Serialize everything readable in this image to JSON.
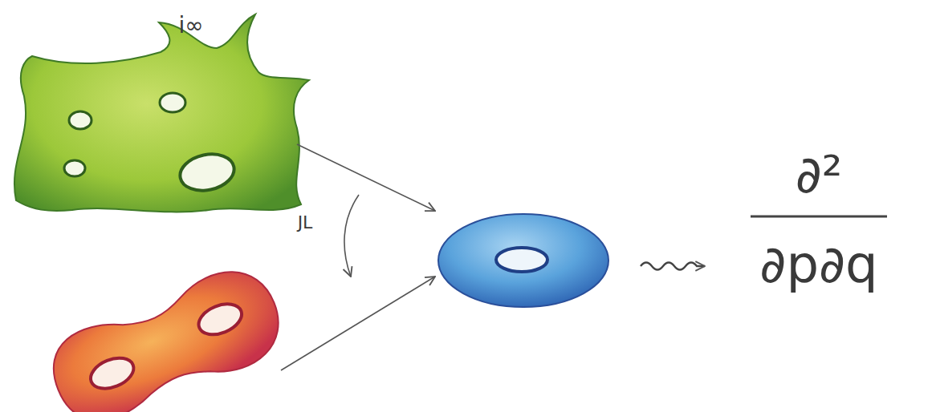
{
  "diagram": {
    "labels": [
      "i∞",
      "JL",
      "∂²",
      "∂p∂q"
    ]
  }
}
